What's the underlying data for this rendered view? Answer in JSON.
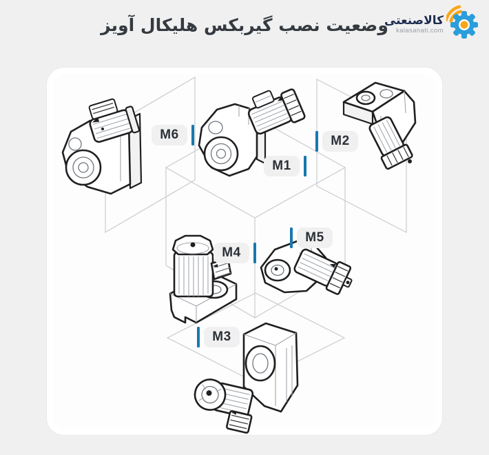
{
  "page": {
    "background_color": "#f0f0f0"
  },
  "header": {
    "title": "وضعیت نصب گیربکس هلیکال آویز",
    "logo": {
      "brand_name": "کالاصنعتی",
      "website": "kalasanati.com",
      "gear_color": "#2b9ddb",
      "signal_color": "#f9a61a"
    }
  },
  "diagram": {
    "accent_color": "#1878ad",
    "description": "helical shaft-mounted gearbox mounting positions",
    "mounting_positions": [
      {
        "label": "M1",
        "bar_side": "right"
      },
      {
        "label": "M2",
        "bar_side": "left"
      },
      {
        "label": "M3",
        "bar_side": "left"
      },
      {
        "label": "M4",
        "bar_side": "right"
      },
      {
        "label": "M5",
        "bar_side": "left"
      },
      {
        "label": "M6",
        "bar_side": "right"
      }
    ]
  }
}
